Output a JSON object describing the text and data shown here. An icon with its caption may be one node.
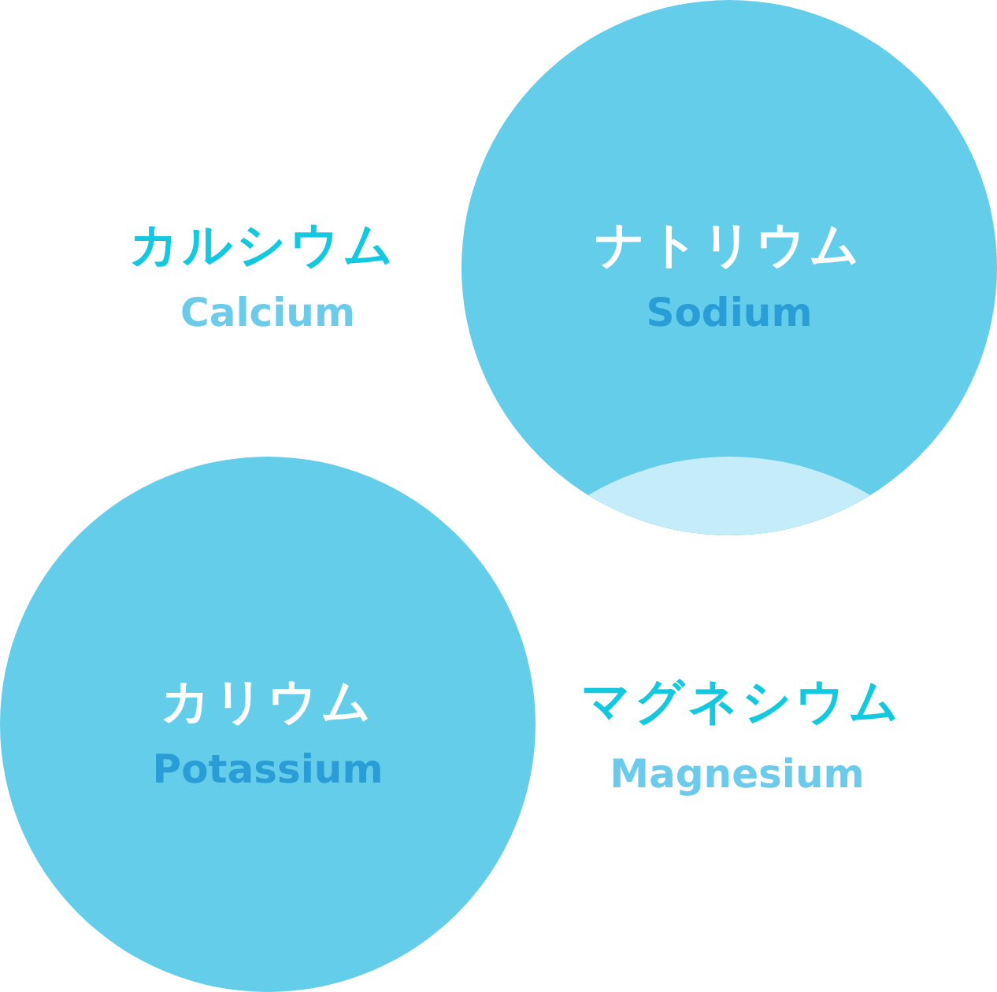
{
  "diagram": {
    "nodes": [
      {
        "text": [
          "ナトリウム",
          "Sodium"
        ]
      },
      {
        "text": [
          "カリウム",
          "Potassium"
        ]
      }
    ],
    "labels": [
      "カルシウム",
      "Calcium",
      "マグネシウム",
      "Magnesium"
    ]
  }
}
